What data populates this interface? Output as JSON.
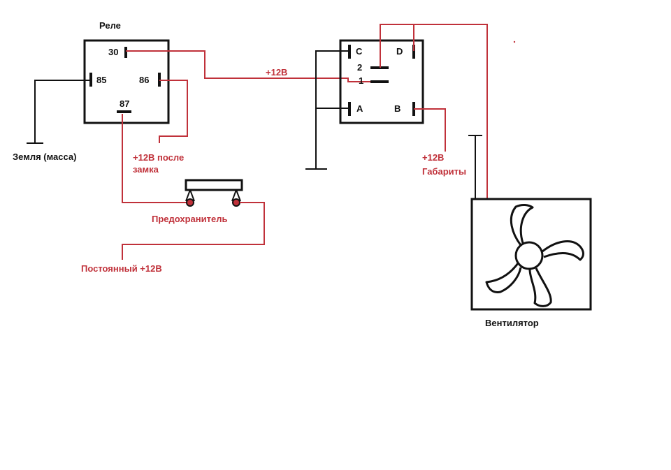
{
  "colors": {
    "black_wire": "#111111",
    "red_wire": "#c0313a",
    "background": "#ffffff"
  },
  "relay": {
    "title": "Реле",
    "pins": {
      "p30": "30",
      "p85": "85",
      "p86": "86",
      "p87": "87"
    }
  },
  "switch": {
    "pins": {
      "c": "C",
      "d": "D",
      "two": "2",
      "one": "1",
      "a": "A",
      "b": "B"
    }
  },
  "labels": {
    "ground": "Земля (масса)",
    "plus12v": "+12В",
    "ignition_line1": "+12В после",
    "ignition_line2": "замка",
    "fuse": "Предохранитель",
    "constant": "Постоянный +12В",
    "sidelights_line1": "+12В",
    "sidelights_line2": "Габариты",
    "fan": "Вентилятор"
  },
  "icons": {
    "fuse": "fuse-icon",
    "fan": "fan-icon",
    "ground": "ground-icon"
  }
}
